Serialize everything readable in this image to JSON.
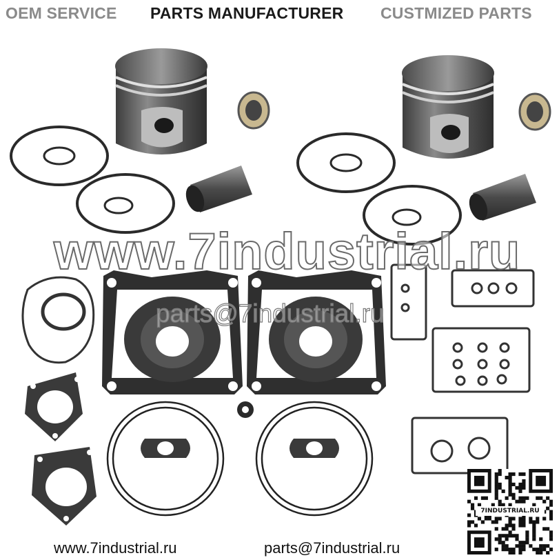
{
  "header": {
    "left_tag": "OEM SERVICE",
    "center_tag": "PARTS MANUFACTURER",
    "right_tag": "CUSTMIZED PARTS"
  },
  "watermark": {
    "site": "www.7industrial.ru",
    "email": "parts@7industrial.ru"
  },
  "footer": {
    "website": "www.7industrial.ru",
    "email": "parts@7industrial.ru"
  },
  "qr": {
    "caption": "7INDUSTRIAL.RU"
  },
  "colors": {
    "gasket": "#3a3a3a",
    "piston": "#6b6b6b",
    "header_grey": "#8a8a8a",
    "header_dark": "#1a1a1a"
  }
}
